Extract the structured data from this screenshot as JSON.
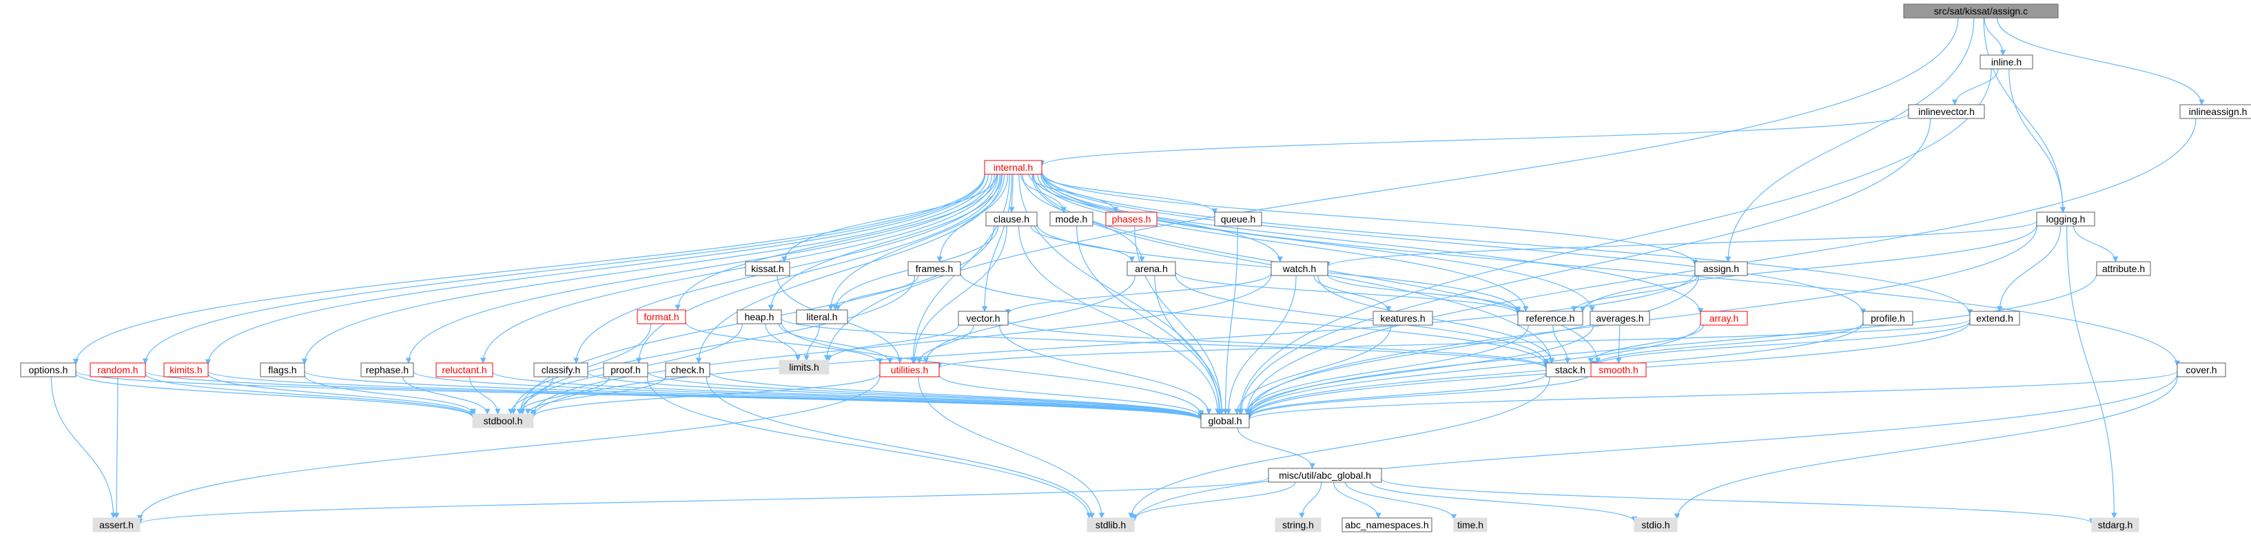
{
  "graph": {
    "colors": {
      "edge": "#63b8ff",
      "node_fill": "#ffffff",
      "node_border": "#5e5e5e",
      "root_fill": "#999999",
      "root_border": "#666666",
      "external_fill": "#e0e0e0",
      "external_border": "#e0e0e0",
      "highlight_border": "#ff0000",
      "text": "#000000",
      "highlight_text": "#ff0000"
    },
    "nodes": [
      {
        "id": "root",
        "label": "src/sat/kissat/assign.c",
        "kind": "root"
      },
      {
        "id": "inline",
        "label": "inline.h",
        "kind": "file"
      },
      {
        "id": "inlinevector",
        "label": "inlinevector.h",
        "kind": "file"
      },
      {
        "id": "inlineassign",
        "label": "inlineassign.h",
        "kind": "file"
      },
      {
        "id": "internal",
        "label": "internal.h",
        "kind": "highlight"
      },
      {
        "id": "logging",
        "label": "logging.h",
        "kind": "file"
      },
      {
        "id": "clause",
        "label": "clause.h",
        "kind": "file"
      },
      {
        "id": "mode",
        "label": "mode.h",
        "kind": "file"
      },
      {
        "id": "phases",
        "label": "phases.h",
        "kind": "highlight"
      },
      {
        "id": "queue",
        "label": "queue.h",
        "kind": "file"
      },
      {
        "id": "kissat",
        "label": "kissat.h",
        "kind": "file"
      },
      {
        "id": "frames",
        "label": "frames.h",
        "kind": "file"
      },
      {
        "id": "arena",
        "label": "arena.h",
        "kind": "file"
      },
      {
        "id": "watch",
        "label": "watch.h",
        "kind": "file"
      },
      {
        "id": "assign",
        "label": "assign.h",
        "kind": "file"
      },
      {
        "id": "attribute",
        "label": "attribute.h",
        "kind": "file"
      },
      {
        "id": "format",
        "label": "format.h",
        "kind": "highlight"
      },
      {
        "id": "heap",
        "label": "heap.h",
        "kind": "file"
      },
      {
        "id": "literal",
        "label": "literal.h",
        "kind": "file"
      },
      {
        "id": "vector",
        "label": "vector.h",
        "kind": "file"
      },
      {
        "id": "keatures",
        "label": "keatures.h",
        "kind": "file"
      },
      {
        "id": "reference",
        "label": "reference.h",
        "kind": "file"
      },
      {
        "id": "array",
        "label": "array.h",
        "kind": "highlight"
      },
      {
        "id": "profile",
        "label": "profile.h",
        "kind": "file"
      },
      {
        "id": "extend",
        "label": "extend.h",
        "kind": "file"
      },
      {
        "id": "options",
        "label": "options.h",
        "kind": "file"
      },
      {
        "id": "random",
        "label": "random.h",
        "kind": "highlight"
      },
      {
        "id": "kimits",
        "label": "kimits.h",
        "kind": "highlight"
      },
      {
        "id": "flags",
        "label": "flags.h",
        "kind": "file"
      },
      {
        "id": "limits",
        "label": "limits.h",
        "kind": "external"
      },
      {
        "id": "rephase",
        "label": "rephase.h",
        "kind": "file"
      },
      {
        "id": "reluctant",
        "label": "reluctant.h",
        "kind": "highlight"
      },
      {
        "id": "classify",
        "label": "classify.h",
        "kind": "file"
      },
      {
        "id": "proof",
        "label": "proof.h",
        "kind": "file"
      },
      {
        "id": "check",
        "label": "check.h",
        "kind": "file"
      },
      {
        "id": "utilities",
        "label": "utilities.h",
        "kind": "highlight"
      },
      {
        "id": "stack",
        "label": "stack.h",
        "kind": "file"
      },
      {
        "id": "averages",
        "label": "averages.h",
        "kind": "file"
      },
      {
        "id": "smooth",
        "label": "smooth.h",
        "kind": "highlight"
      },
      {
        "id": "cover",
        "label": "cover.h",
        "kind": "file"
      },
      {
        "id": "stdbool",
        "label": "stdbool.h",
        "kind": "external"
      },
      {
        "id": "global",
        "label": "global.h",
        "kind": "file"
      },
      {
        "id": "abcglobal",
        "label": "misc/util/abc_global.h",
        "kind": "file"
      },
      {
        "id": "assert",
        "label": "assert.h",
        "kind": "external"
      },
      {
        "id": "stdlib",
        "label": "stdlib.h",
        "kind": "external"
      },
      {
        "id": "string",
        "label": "string.h",
        "kind": "external"
      },
      {
        "id": "abcns",
        "label": "abc_namespaces.h",
        "kind": "file"
      },
      {
        "id": "time",
        "label": "time.h",
        "kind": "external"
      },
      {
        "id": "stdio",
        "label": "stdio.h",
        "kind": "external"
      },
      {
        "id": "stdarg",
        "label": "stdarg.h",
        "kind": "external"
      }
    ],
    "edges": [
      [
        "root",
        "inline"
      ],
      [
        "root",
        "inlineassign"
      ],
      [
        "root",
        "logging"
      ],
      [
        "root",
        "assign"
      ],
      [
        "root",
        "limits"
      ],
      [
        "inline",
        "inlinevector"
      ],
      [
        "inline",
        "logging"
      ],
      [
        "inline",
        "global"
      ],
      [
        "inlinevector",
        "internal"
      ],
      [
        "inlinevector",
        "global"
      ],
      [
        "inlineassign",
        "global"
      ],
      [
        "internal",
        "clause"
      ],
      [
        "internal",
        "mode"
      ],
      [
        "internal",
        "phases"
      ],
      [
        "internal",
        "queue"
      ],
      [
        "internal",
        "kissat"
      ],
      [
        "internal",
        "frames"
      ],
      [
        "internal",
        "arena"
      ],
      [
        "internal",
        "watch"
      ],
      [
        "internal",
        "assign"
      ],
      [
        "internal",
        "format"
      ],
      [
        "internal",
        "heap"
      ],
      [
        "internal",
        "literal"
      ],
      [
        "internal",
        "vector"
      ],
      [
        "internal",
        "reference"
      ],
      [
        "internal",
        "array"
      ],
      [
        "internal",
        "profile"
      ],
      [
        "internal",
        "extend"
      ],
      [
        "internal",
        "options"
      ],
      [
        "internal",
        "random"
      ],
      [
        "internal",
        "kimits"
      ],
      [
        "internal",
        "flags"
      ],
      [
        "internal",
        "rephase"
      ],
      [
        "internal",
        "reluctant"
      ],
      [
        "internal",
        "classify"
      ],
      [
        "internal",
        "proof"
      ],
      [
        "internal",
        "check"
      ],
      [
        "internal",
        "stack"
      ],
      [
        "internal",
        "averages"
      ],
      [
        "internal",
        "smooth"
      ],
      [
        "internal",
        "cover"
      ],
      [
        "internal",
        "global"
      ],
      [
        "internal",
        "utilities"
      ],
      [
        "logging",
        "watch"
      ],
      [
        "logging",
        "attribute"
      ],
      [
        "logging",
        "reference"
      ],
      [
        "logging",
        "extend"
      ],
      [
        "logging",
        "global"
      ],
      [
        "logging",
        "stdarg"
      ],
      [
        "clause",
        "arena"
      ],
      [
        "clause",
        "literal"
      ],
      [
        "clause",
        "reference"
      ],
      [
        "clause",
        "utilities"
      ],
      [
        "clause",
        "global"
      ],
      [
        "clause",
        "stdbool"
      ],
      [
        "mode",
        "global"
      ],
      [
        "phases",
        "global"
      ],
      [
        "queue",
        "global"
      ],
      [
        "kissat",
        "utilities"
      ],
      [
        "frames",
        "literal"
      ],
      [
        "frames",
        "stack"
      ],
      [
        "frames",
        "stdbool"
      ],
      [
        "arena",
        "reference"
      ],
      [
        "arena",
        "stack"
      ],
      [
        "arena",
        "utilities"
      ],
      [
        "arena",
        "global"
      ],
      [
        "watch",
        "keatures"
      ],
      [
        "watch",
        "reference"
      ],
      [
        "watch",
        "stack"
      ],
      [
        "watch",
        "vector"
      ],
      [
        "watch",
        "global"
      ],
      [
        "watch",
        "stdbool"
      ],
      [
        "assign",
        "reference"
      ],
      [
        "assign",
        "global"
      ],
      [
        "assign",
        "stdbool"
      ],
      [
        "attribute",
        "global"
      ],
      [
        "format",
        "utilities"
      ],
      [
        "format",
        "stdbool"
      ],
      [
        "heap",
        "limits"
      ],
      [
        "heap",
        "stack"
      ],
      [
        "heap",
        "utilities"
      ],
      [
        "heap",
        "global"
      ],
      [
        "heap",
        "stdbool"
      ],
      [
        "literal",
        "limits"
      ],
      [
        "vector",
        "stack"
      ],
      [
        "vector",
        "utilities"
      ],
      [
        "vector",
        "global"
      ],
      [
        "vector",
        "limits"
      ],
      [
        "keatures",
        "global"
      ],
      [
        "reference",
        "stack"
      ],
      [
        "reference",
        "global"
      ],
      [
        "array",
        "stack"
      ],
      [
        "array",
        "global"
      ],
      [
        "profile",
        "stack"
      ],
      [
        "profile",
        "global"
      ],
      [
        "extend",
        "stack"
      ],
      [
        "extend",
        "utilities"
      ],
      [
        "extend",
        "global"
      ],
      [
        "options",
        "assert"
      ],
      [
        "options",
        "stdbool"
      ],
      [
        "options",
        "global"
      ],
      [
        "random",
        "assert"
      ],
      [
        "random",
        "stdbool"
      ],
      [
        "random",
        "global"
      ],
      [
        "kimits",
        "stdbool"
      ],
      [
        "kimits",
        "global"
      ],
      [
        "flags",
        "stdbool"
      ],
      [
        "flags",
        "global"
      ],
      [
        "rephase",
        "stdbool"
      ],
      [
        "rephase",
        "global"
      ],
      [
        "reluctant",
        "stdbool"
      ],
      [
        "reluctant",
        "global"
      ],
      [
        "classify",
        "stdbool"
      ],
      [
        "classify",
        "global"
      ],
      [
        "proof",
        "stdlib"
      ],
      [
        "proof",
        "stdbool"
      ],
      [
        "proof",
        "global"
      ],
      [
        "check",
        "stdlib"
      ],
      [
        "check",
        "stdbool"
      ],
      [
        "check",
        "global"
      ],
      [
        "utilities",
        "assert"
      ],
      [
        "utilities",
        "stdlib"
      ],
      [
        "utilities",
        "stdbool"
      ],
      [
        "utilities",
        "global"
      ],
      [
        "stack",
        "stdlib"
      ],
      [
        "stack",
        "global"
      ],
      [
        "averages",
        "smooth"
      ],
      [
        "averages",
        "global"
      ],
      [
        "smooth",
        "global"
      ],
      [
        "cover",
        "stdio"
      ],
      [
        "cover",
        "stdlib"
      ],
      [
        "cover",
        "global"
      ],
      [
        "global",
        "abcglobal"
      ],
      [
        "abcglobal",
        "assert"
      ],
      [
        "abcglobal",
        "stdlib"
      ],
      [
        "abcglobal",
        "string"
      ],
      [
        "abcglobal",
        "abcns"
      ],
      [
        "abcglobal",
        "time"
      ],
      [
        "abcglobal",
        "stdio"
      ],
      [
        "abcglobal",
        "stdarg"
      ]
    ]
  }
}
